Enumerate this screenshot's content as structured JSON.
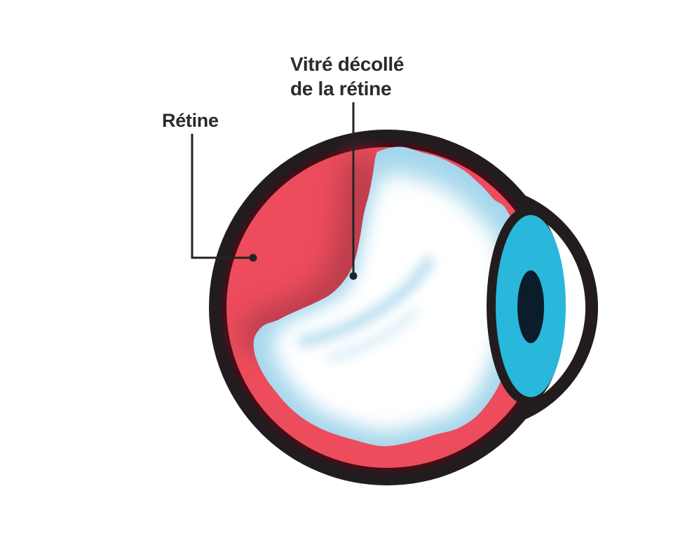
{
  "labels": {
    "vitreous": {
      "line1": "Vitré décollé",
      "line2": "de la rétine"
    },
    "retina": {
      "text": "Rétine"
    }
  },
  "colors": {
    "text": "#2a2b2f",
    "leader": "#232327",
    "ring": "#221c1e",
    "maroon": "#400f18",
    "retina-red": "#ed4c5c",
    "retina-shadow": "#b23b49",
    "vitreous-edge": "#a5d6ec",
    "vitreous-core": "#ffffff",
    "iris": "#29b7db",
    "pupil": "#0b1c2a",
    "cornea": "#ffffff",
    "background": "#ffffff"
  }
}
